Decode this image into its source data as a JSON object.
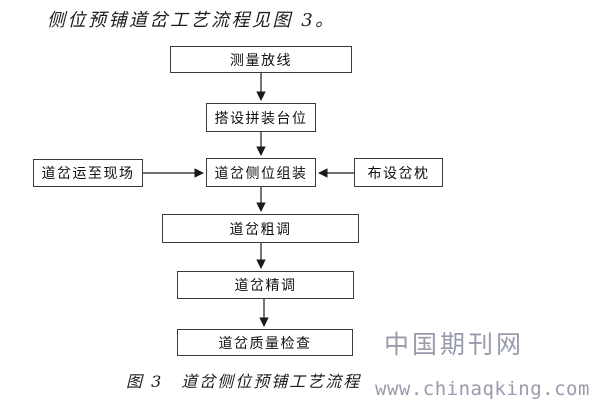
{
  "intro_text": "侧位预铺道岔工艺流程见图 3。",
  "flowchart": {
    "nodes": {
      "measure": "测量放线",
      "platform": "搭设拼装台位",
      "assembly": "道岔侧位组装",
      "transport": "道岔运至现场",
      "sleepers": "布设岔枕",
      "rough": "道岔粗调",
      "fine": "道岔精调",
      "inspect": "道岔质量检查"
    },
    "caption": "图 3　道岔侧位预铺工艺流程"
  },
  "watermark": {
    "site_name": "中国期刊网",
    "site_url": "www.chinaqking.com",
    "color": "#989bac"
  },
  "colors": {
    "background": "#ffffff",
    "box_border": "#3a3a3a",
    "text": "#1c1c1c",
    "arrow": "#1a1a1a"
  }
}
